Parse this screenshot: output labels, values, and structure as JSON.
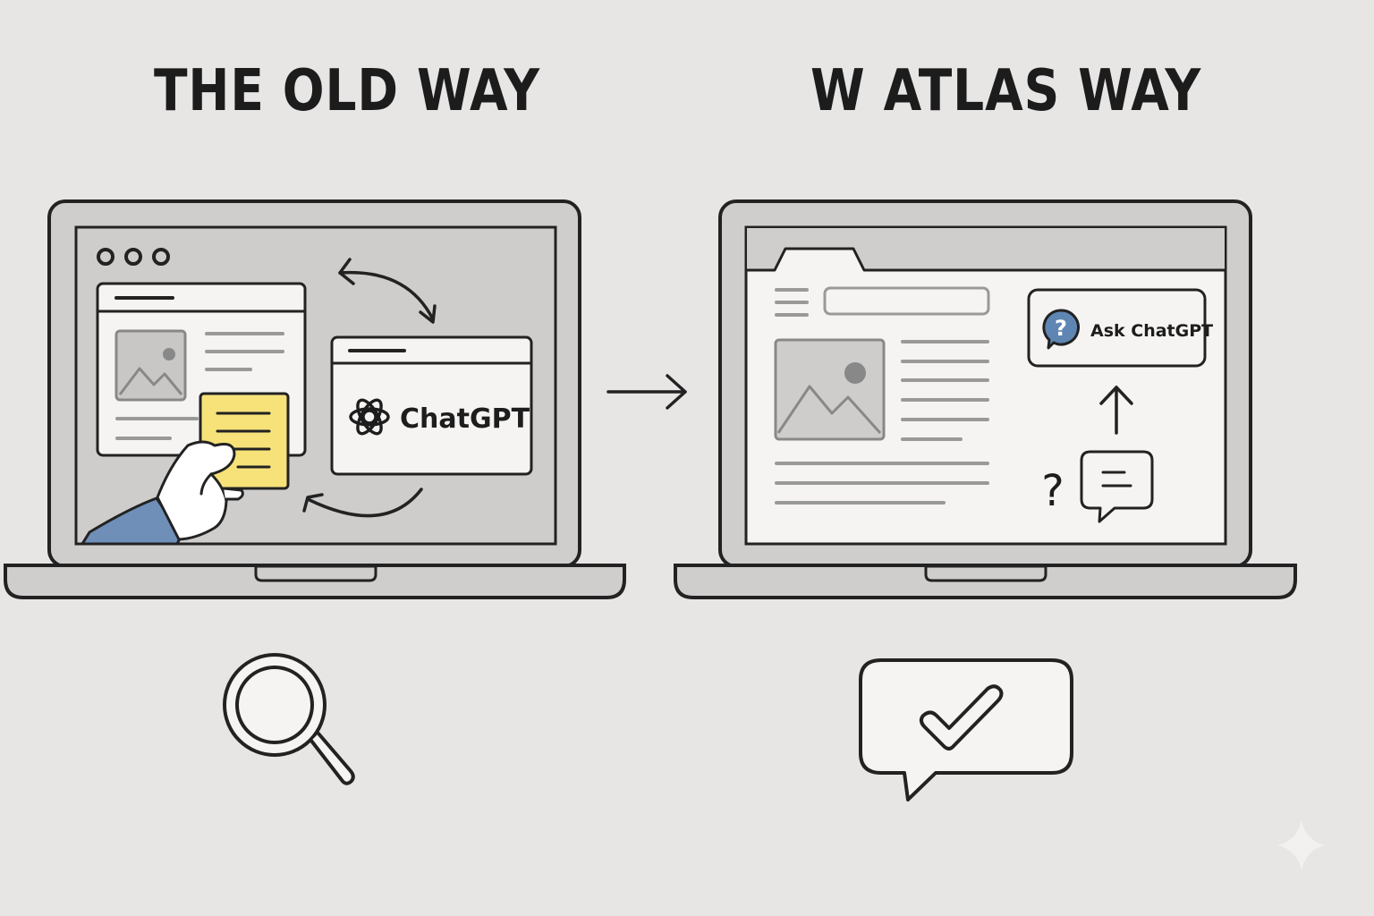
{
  "headings": {
    "left": "THE OLD WAY",
    "right": "W ATLAS WAY"
  },
  "left_panel": {
    "chat_window_label": "ChatGPT"
  },
  "right_panel": {
    "ask_button_label": "Ask ChatGPT",
    "help_mark": "?",
    "question_mark": "?"
  },
  "colors": {
    "background": "#e8e5e5",
    "laptop_body": "#d0cecd",
    "outline": "#222222",
    "screen_gray": "#cfcdcc",
    "paper": "#f6f4f2",
    "sticky_note": "#f7e27a",
    "sleeve_blue": "#6f8fb8",
    "help_icon_blue": "#5f86b3"
  }
}
